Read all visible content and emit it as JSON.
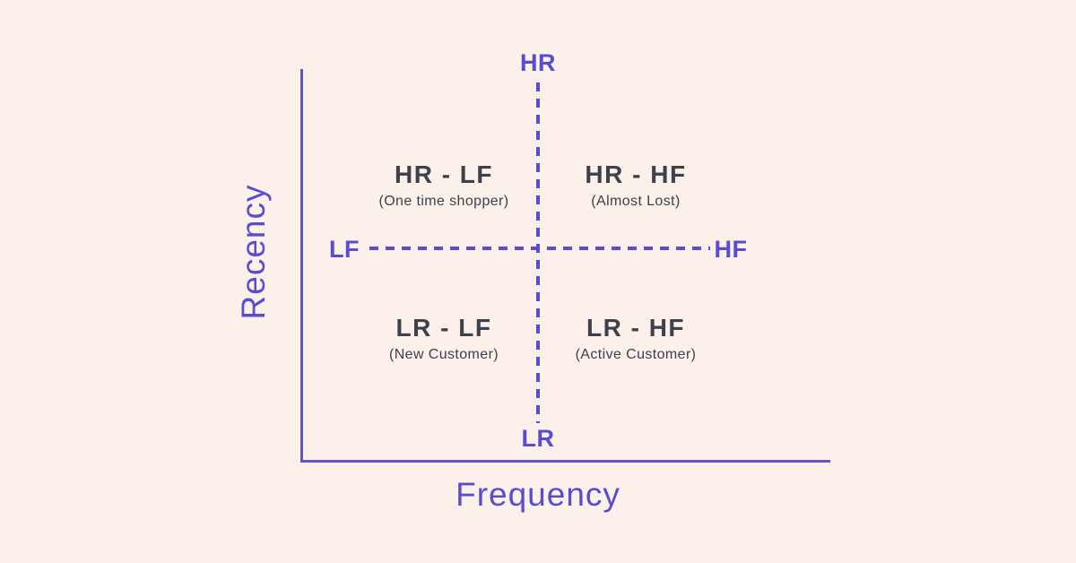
{
  "diagram": {
    "y_axis_label": "Recency",
    "x_axis_label": "Frequency",
    "poles": {
      "top": "HR",
      "bottom": "LR",
      "left": "LF",
      "right": "HF"
    },
    "quadrants": [
      {
        "position": "top-left",
        "title": "HR - LF",
        "subtitle": "(One time shopper)"
      },
      {
        "position": "top-right",
        "title": "HR - HF",
        "subtitle": "(Almost Lost)"
      },
      {
        "position": "bottom-left",
        "title": "LR - LF",
        "subtitle": "(New Customer)"
      },
      {
        "position": "bottom-right",
        "title": "LR - HF",
        "subtitle": "(Active Customer)"
      }
    ],
    "colors": {
      "background": "#fbf0ea",
      "accent_purple": "#5a4cd0",
      "axis_purple": "#6055c4",
      "quadrant_text": "#3c414c"
    }
  }
}
